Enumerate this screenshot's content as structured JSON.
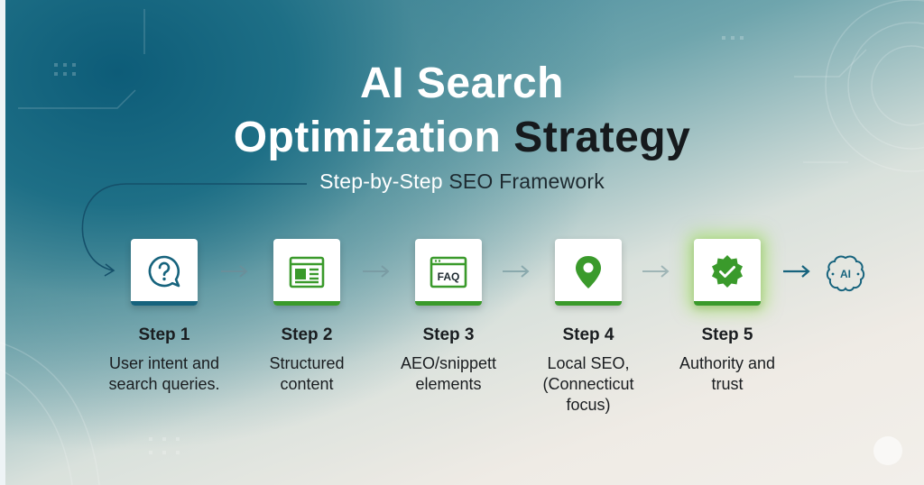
{
  "header": {
    "title_line1": "AI Search",
    "title_line2_light": "Optimization",
    "title_line2_dark": "Strategy",
    "subtitle_light": "Step-by-Step",
    "subtitle_dark": "SEO Framework"
  },
  "colors": {
    "green": "#3a9a2b",
    "teal_accent": "#16637d",
    "dark_text": "#161a1d"
  },
  "steps": [
    {
      "label": "Step 1",
      "desc_lines": [
        "User intent and",
        "search queries."
      ],
      "icon": "question-bubble-icon",
      "bar_color": "#16637d"
    },
    {
      "label": "Step 2",
      "desc_lines": [
        "Structured",
        "content"
      ],
      "icon": "web-page-layout-icon",
      "bar_color": "#3a9a2b"
    },
    {
      "label": "Step 3",
      "desc_lines": [
        "AEO/snippett",
        "elements"
      ],
      "icon": "faq-window-icon",
      "bar_color": "#3a9a2b",
      "icon_text": "FAQ"
    },
    {
      "label": "Step 4",
      "desc_lines": [
        "Local SEO,",
        "(Connecticut",
        "focus)"
      ],
      "icon": "map-pin-icon",
      "bar_color": "#3a9a2b"
    },
    {
      "label": "Step 5",
      "desc_lines": [
        "Authority and",
        "trust"
      ],
      "icon": "verified-badge-icon",
      "bar_color": "#3a9a2b"
    }
  ],
  "end_icon": {
    "icon": "ai-brain-icon",
    "text": "AI"
  }
}
